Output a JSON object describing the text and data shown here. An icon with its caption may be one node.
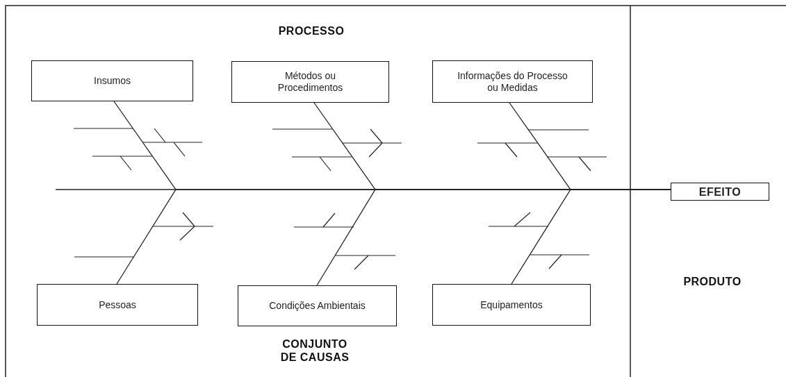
{
  "diagram": {
    "nodes": [
      {
        "text": [
          "Insumos"
        ]
      },
      {
        "text": [
          "Métodos ou Procedimentos"
        ]
      },
      {
        "text": [
          "Informações do Processo ou Medidas"
        ]
      },
      {
        "text": [
          "EFEITO"
        ]
      },
      {
        "text": [
          "Pessoas"
        ]
      },
      {
        "text": [
          "Condições Ambientais"
        ]
      },
      {
        "text": [
          "Equipamentos"
        ]
      }
    ],
    "edges": [
      {
        "from": 0,
        "to": 3,
        "arrow": "none"
      },
      {
        "from": 1,
        "to": 3,
        "arrow": "none"
      },
      {
        "from": 2,
        "to": 3,
        "arrow": "none"
      },
      {
        "from": 4,
        "to": 3,
        "arrow": "none"
      },
      {
        "from": 5,
        "to": 3,
        "arrow": "none"
      },
      {
        "from": 6,
        "to": 3,
        "arrow": "none"
      }
    ],
    "labels": [
      "PROCESSO",
      "CONJUNTO DE CAUSAS",
      "PRODUTO"
    ]
  }
}
